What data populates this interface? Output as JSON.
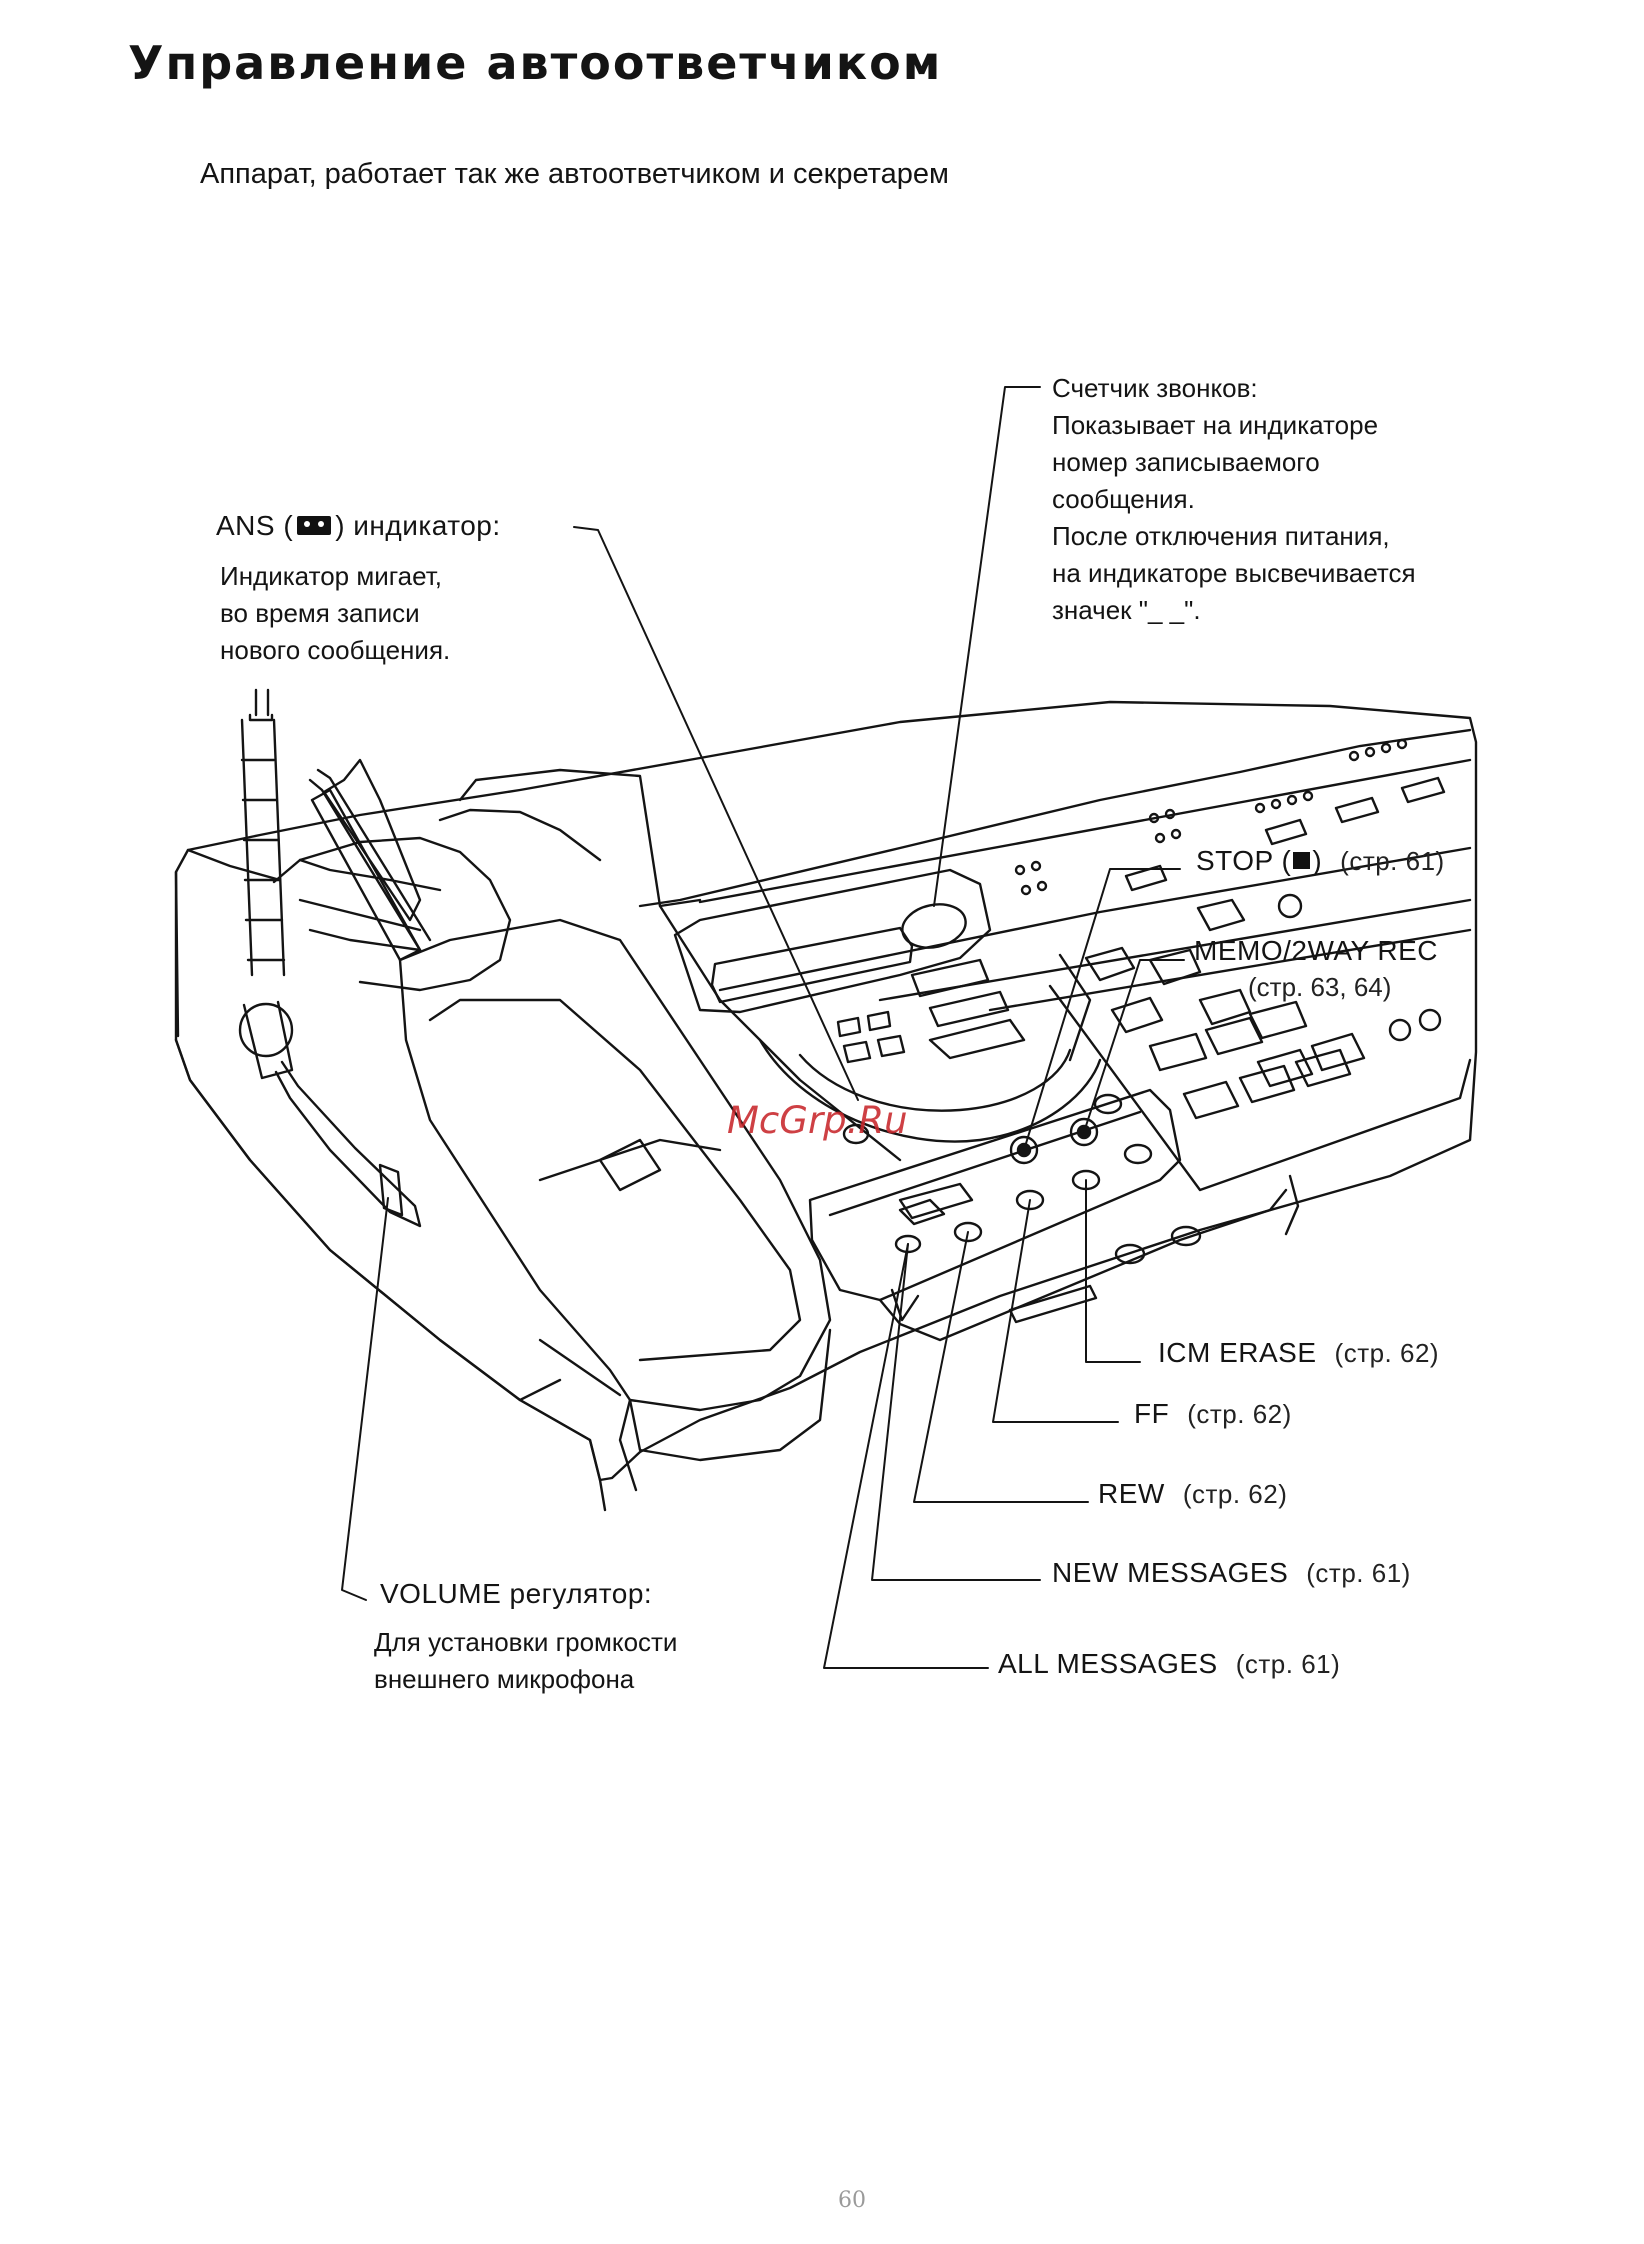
{
  "header": {
    "title": "Управление автоответчиком",
    "subtitle": "Аппарат, работает так же автоответчиком и секретарем"
  },
  "labels": {
    "ans": {
      "prefix": "ANS (",
      "icon": "cassette-icon",
      "suffix": ") индикатор:",
      "desc": [
        "Индикатор мигает,",
        "во время записи",
        "нового сообщения."
      ]
    },
    "counter": {
      "lines": [
        "Счетчик звонков:",
        "Показывает на индикаторе",
        "номер записываемого",
        "сообщения.",
        "После отключения питания,",
        "на индикаторе высвечивается",
        "значек \"_ _\"."
      ]
    },
    "stop": {
      "prefix": "STOP (",
      "icon": "stop-square-icon",
      "suffix": ")",
      "page": "(стр. 61)"
    },
    "memo": {
      "label": "MEMO/2WAY REC",
      "page": "(стр. 63, 64)"
    },
    "icm_erase": {
      "label": "ICM ERASE",
      "page": "(стр. 62)"
    },
    "ff": {
      "label": "FF",
      "page": "(стр. 62)"
    },
    "rew": {
      "label": "REW",
      "page": "(стр. 62)"
    },
    "new_messages": {
      "label": "NEW MESSAGES",
      "page": "(стр. 61)"
    },
    "all_messages": {
      "label": "ALL MESSAGES",
      "page": "(стр. 61)"
    },
    "volume": {
      "label": "VOLUME регулятор:",
      "desc": [
        "Для установки громкости",
        "внешнего микрофона"
      ]
    }
  },
  "watermark": "McGrp.Ru",
  "page_number": "60",
  "colors": {
    "ink": "#141414",
    "watermark": "#c8262b",
    "paper": "#ffffff"
  }
}
